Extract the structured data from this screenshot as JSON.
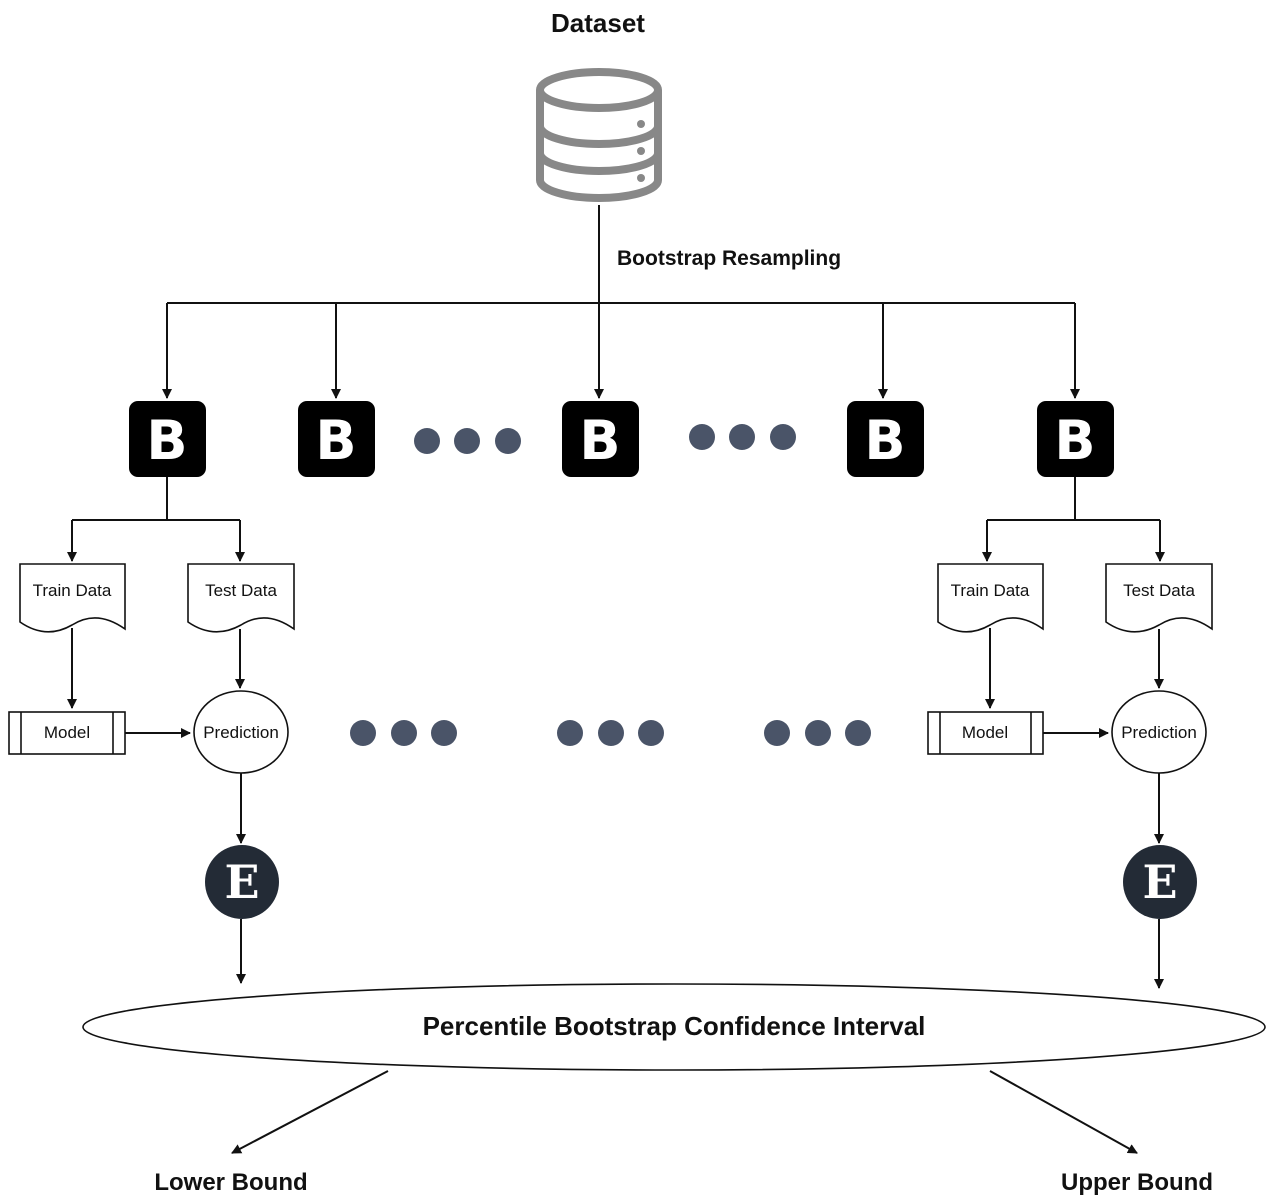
{
  "title": "Dataset",
  "resampling_label": "Bootstrap Resampling",
  "bootstrap_letter": "B",
  "evaluation_letter": "E",
  "train_label": "Train Data",
  "test_label": "Test Data",
  "model_label": "Model",
  "prediction_label": "Prediction",
  "interval_label": "Percentile Bootstrap Confidence Interval",
  "lower_label": "Lower Bound",
  "upper_label": "Upper Bound",
  "colors": {
    "bootstrap_box": "#000000",
    "evaluation_circle": "#232b36",
    "dots": "#4a5468",
    "database_icon": "#888888",
    "lines": "#111111"
  }
}
